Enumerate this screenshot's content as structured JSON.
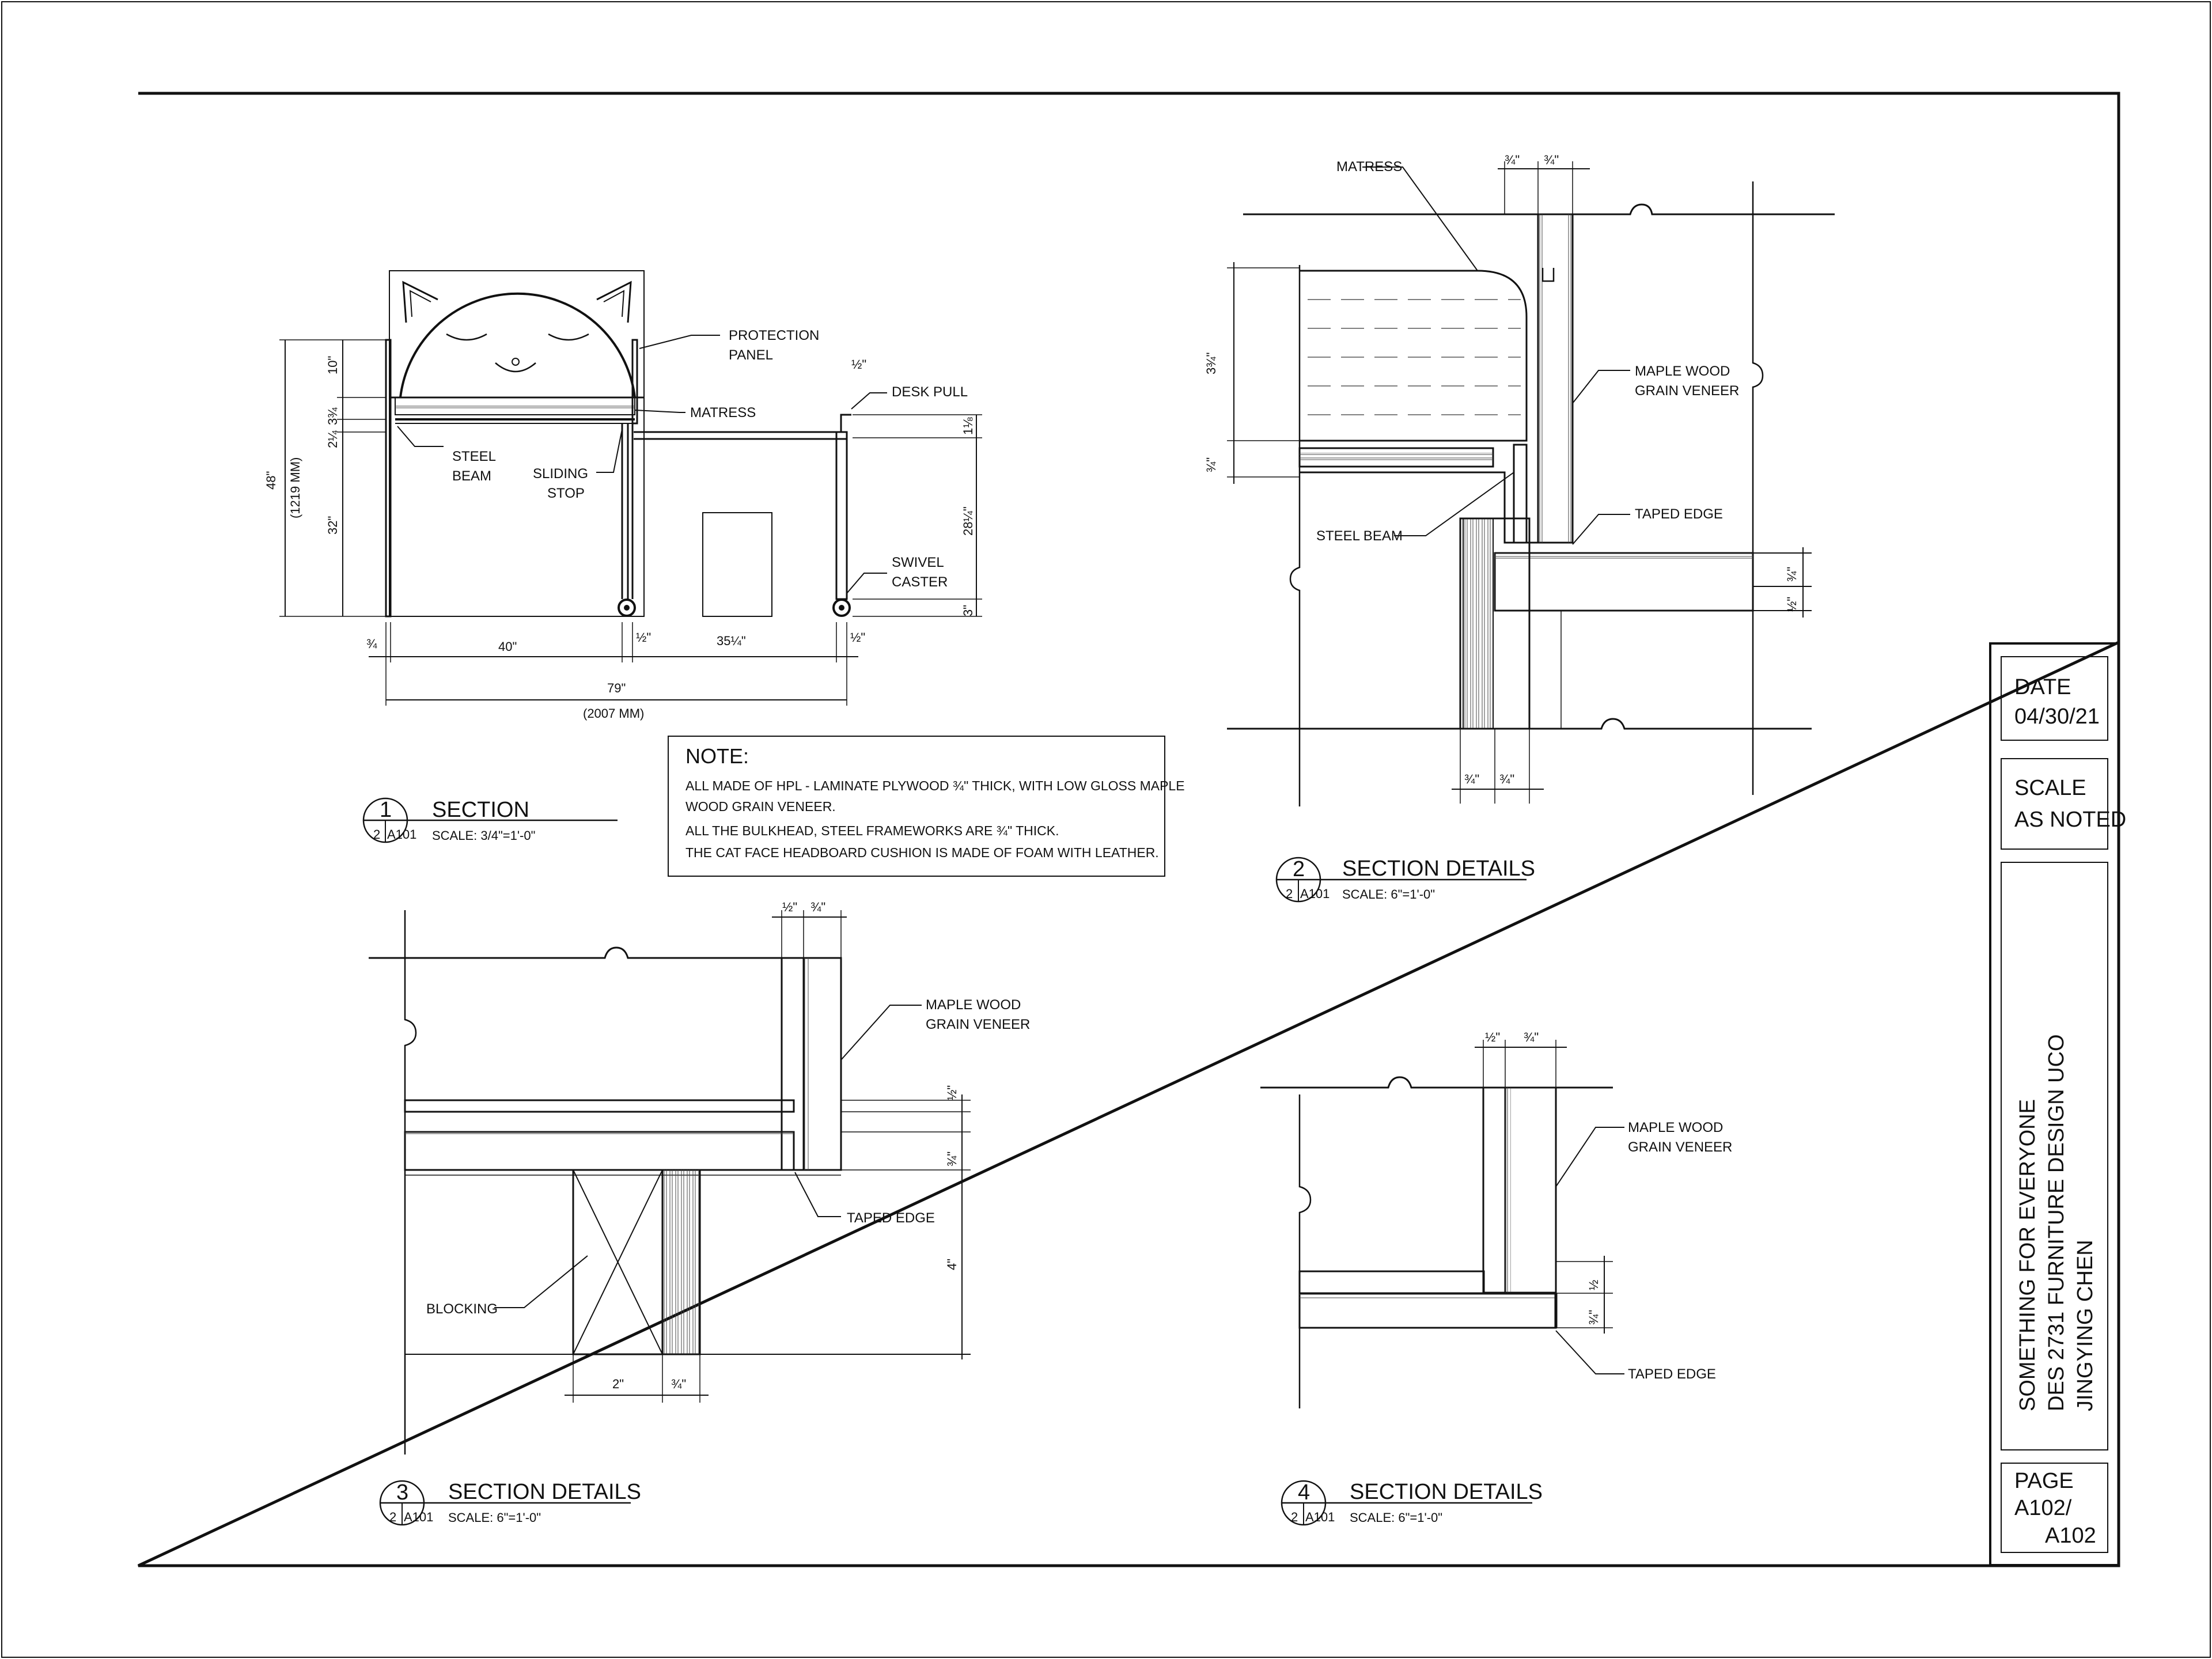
{
  "section1": {
    "title": "SECTION",
    "scale": "SCALE: 3/4\"=1'-0\"",
    "bubble_num": "1",
    "bubble_sheet_num": "2",
    "bubble_sheet": "A101",
    "labels": {
      "protection_panel_1": "PROTECTION",
      "protection_panel_2": "PANEL",
      "matress": "MATRESS",
      "desk_pull": "DESK PULL",
      "steel_beam_1": "STEEL",
      "steel_beam_2": "BEAM",
      "sliding_stop_1": "SLIDING",
      "sliding_stop_2": "STOP",
      "swivel_caster_1": "SWIVEL",
      "swivel_caster_2": "CASTER"
    },
    "dims": {
      "d10": "10\"",
      "d3q": "3¾",
      "d2q": "2¼",
      "d48": "48\"",
      "d1219": "(1219 MM)",
      "d32": "32\"",
      "dhalf_top": "½\"",
      "d1e": "1⅛",
      "d28q": "28¼\"",
      "d3": "3\"",
      "dq_left": "¾",
      "d40": "40\"",
      "dhalf_mid": "½\"",
      "d35q": "35¼\"",
      "dhalf_right": "½\"",
      "d79": "79\"",
      "d2007": "(2007 MM)"
    }
  },
  "note": {
    "heading": "NOTE:",
    "lines": [
      "ALL MADE OF HPL - LAMINATE PLYWOOD ¾\" THICK, WITH LOW GLOSS MAPLE",
      "WOOD GRAIN VENEER.",
      "ALL THE BULKHEAD, STEEL FRAMEWORKS ARE ¾\" THICK.",
      "THE CAT FACE HEADBOARD CUSHION IS MADE OF FOAM WITH LEATHER."
    ]
  },
  "section2": {
    "title": "SECTION DETAILS",
    "scale": "SCALE: 6\"=1'-0\"",
    "bubble_num": "2",
    "bubble_sheet_num": "2",
    "bubble_sheet": "A101",
    "labels": {
      "matress": "MATRESS",
      "maple_1": "MAPLE WOOD",
      "maple_2": "GRAIN VENEER",
      "taped_edge": "TAPED EDGE",
      "steel_beam": "STEEL BEAM"
    },
    "dims": {
      "top_a": "¾\"",
      "top_b": "¾\"",
      "left_big": "3¾\"",
      "left_small": "¾\"",
      "right_a": "¾\"",
      "right_b": "½\"",
      "bot_a": "¾\"",
      "bot_b": "¾\""
    }
  },
  "section3": {
    "title": "SECTION DETAILS",
    "scale": "SCALE: 6\"=1'-0\"",
    "bubble_num": "3",
    "bubble_sheet_num": "2",
    "bubble_sheet": "A101",
    "labels": {
      "maple_1": "MAPLE WOOD",
      "maple_2": "GRAIN VENEER",
      "taped_edge": "TAPED EDGE",
      "blocking": "BLOCKING"
    },
    "dims": {
      "top_a": "½\"",
      "top_b": "¾\"",
      "right_a": "½\"",
      "right_b": "¾\"",
      "right_c": "4\"",
      "bot_a": "2\"",
      "bot_b": "¾\""
    }
  },
  "section4": {
    "title": "SECTION DETAILS",
    "scale": "SCALE: 6\"=1'-0\"",
    "bubble_num": "4",
    "bubble_sheet_num": "2",
    "bubble_sheet": "A101",
    "labels": {
      "maple_1": "MAPLE WOOD",
      "maple_2": "GRAIN VENEER",
      "taped_edge": "TAPED EDGE"
    },
    "dims": {
      "top_a": "½\"",
      "top_b": "¾\"",
      "right_a": "½",
      "right_b": "¾\""
    }
  },
  "titleblock": {
    "date_label": "DATE",
    "date_value": "04/30/21",
    "scale_label": "SCALE",
    "scale_value": "AS NOTED",
    "project_1": "SOMETHING FOR EVERYONE",
    "project_2": "DES 2731  FURNITURE DESIGN  UCO",
    "project_3": "JINGYING CHEN",
    "page_label": "PAGE",
    "page_value_1": "A102/",
    "page_value_2": "A102"
  }
}
